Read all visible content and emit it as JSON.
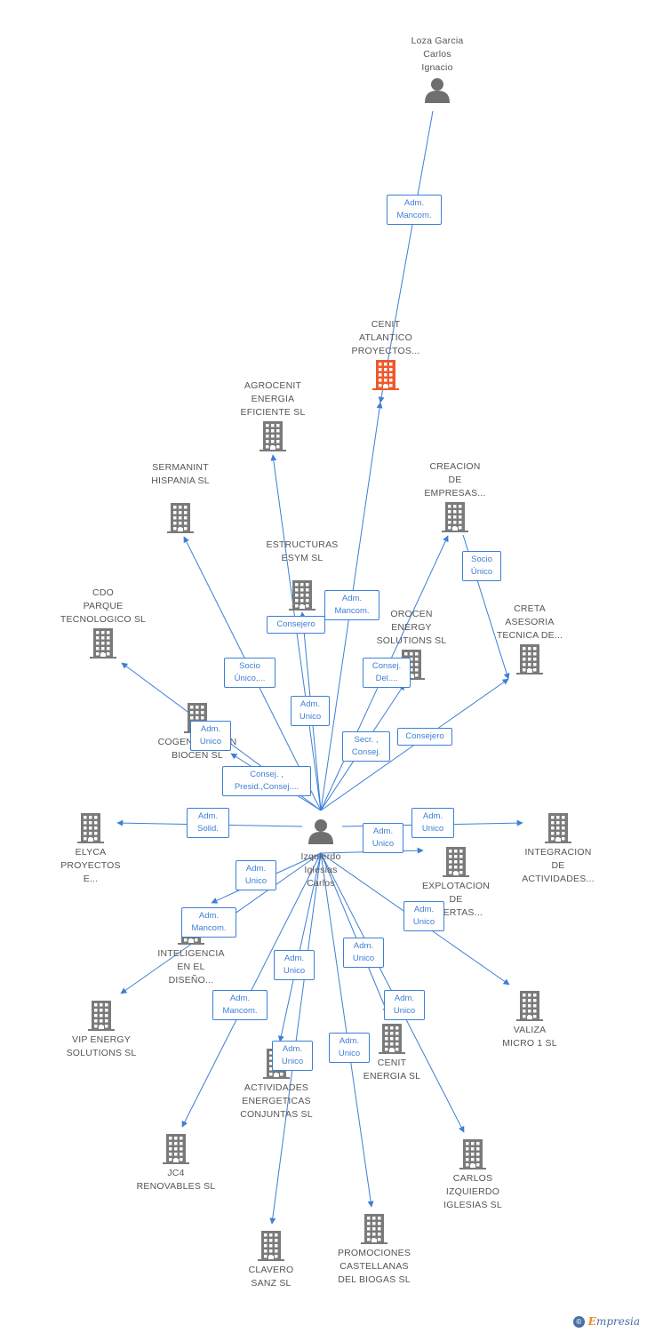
{
  "colors": {
    "edge": "#3d7fd6",
    "building": "#7a7a7a",
    "highlight": "#f0582a",
    "person": "#6f6f6f",
    "label": "#555555"
  },
  "nodes": [
    {
      "id": "loza",
      "type": "person",
      "label": "Loza Garcia\nCarlos\nIgnacio"
    },
    {
      "id": "cenit_atl",
      "type": "company",
      "highlight": true,
      "label": "CENIT\nATLANTICO\nPROYECTOS..."
    },
    {
      "id": "agrocenit",
      "type": "company",
      "label": "AGROCENIT\nENERGIA\nEFICIENTE SL"
    },
    {
      "id": "sermanint",
      "type": "company",
      "label": "SERMANINT\nHISPANIA SL"
    },
    {
      "id": "creacion",
      "type": "company",
      "label": "CREACION\nDE\nEMPRESAS..."
    },
    {
      "id": "estructuras",
      "type": "company",
      "label": "ESTRUCTURAS\nESYM SL"
    },
    {
      "id": "cdo",
      "type": "company",
      "label": "CDO\nPARQUE\nTECNOLOGICO SL"
    },
    {
      "id": "orocen",
      "type": "company",
      "label": "OROCEN\nENERGY\nSOLUTIONS SL"
    },
    {
      "id": "creta",
      "type": "company",
      "label": "CRETA\nASESORIA\nTECNICA DE..."
    },
    {
      "id": "cogen",
      "type": "company",
      "label": "COGENERACION\nBIOCEN SL"
    },
    {
      "id": "elyca",
      "type": "company",
      "label": "ELYCA\nPROYECTOS\nE..."
    },
    {
      "id": "izquierdo",
      "type": "person",
      "label": "Izquierdo\nIglesias\nCarlos"
    },
    {
      "id": "integracion",
      "type": "company",
      "label": "INTEGRACION\nDE\nACTIVIDADES..."
    },
    {
      "id": "explotacion",
      "type": "company",
      "label": "EXPLOTACION\nDE\nHUERTAS..."
    },
    {
      "id": "inteligencia",
      "type": "company",
      "label": "INTELIGENCIA\nEN EL\nDISEÑO..."
    },
    {
      "id": "vip",
      "type": "company",
      "label": "VIP ENERGY\nSOLUTIONS SL"
    },
    {
      "id": "valiza",
      "type": "company",
      "label": "VALIZA\nMICRO 1 SL"
    },
    {
      "id": "cenit_en",
      "type": "company",
      "label": "CENIT\nENERGIA SL"
    },
    {
      "id": "actividades",
      "type": "company",
      "label": "ACTIVIDADES\nENERGETICAS\nCONJUNTAS SL"
    },
    {
      "id": "jc4",
      "type": "company",
      "label": "JC4\nRENOVABLES SL"
    },
    {
      "id": "carlos_sl",
      "type": "company",
      "label": "CARLOS\nIZQUIERDO\nIGLESIAS SL"
    },
    {
      "id": "promociones",
      "type": "company",
      "label": "PROMOCIONES\nCASTELLANAS\nDEL BIOGAS SL"
    },
    {
      "id": "clavero",
      "type": "company",
      "label": "CLAVERO\nSANZ SL"
    }
  ],
  "edges": [
    {
      "from": "loza",
      "to": "cenit_atl",
      "label": "Adm.\nMancom."
    },
    {
      "from": "izquierdo",
      "to": "cenit_atl",
      "label": "Adm.\nMancom."
    },
    {
      "from": "izquierdo",
      "to": "agrocenit",
      "label": "Consejero"
    },
    {
      "from": "izquierdo",
      "to": "sermanint",
      "label": "Socio\nÚnico,..."
    },
    {
      "from": "izquierdo",
      "to": "creacion",
      "label": "Consej.\nDel...."
    },
    {
      "from": "creacion",
      "to": "creta",
      "label": "Socio\nÚnico"
    },
    {
      "from": "izquierdo",
      "to": "estructuras",
      "label": "Adm.\nUnico"
    },
    {
      "from": "izquierdo",
      "to": "cdo",
      "label": "Adm.\nUnico"
    },
    {
      "from": "izquierdo",
      "to": "orocen",
      "label": "Secr. ,\nConsej."
    },
    {
      "from": "izquierdo",
      "to": "creta",
      "label": "Consejero"
    },
    {
      "from": "izquierdo",
      "to": "cogen",
      "label": "Consej. ,\nPresid.,Consej...."
    },
    {
      "from": "izquierdo",
      "to": "elyca",
      "label": "Adm.\nSolid."
    },
    {
      "from": "izquierdo",
      "to": "integracion",
      "label": "Adm.\nUnico"
    },
    {
      "from": "izquierdo",
      "to": "explotacion",
      "label": "Adm.\nUnico"
    },
    {
      "from": "izquierdo",
      "to": "inteligencia",
      "label": "Adm.\nUnico"
    },
    {
      "from": "izquierdo",
      "to": "vip",
      "label": "Adm.\nMancom."
    },
    {
      "from": "izquierdo",
      "to": "valiza",
      "label": "Adm.\nUnico"
    },
    {
      "from": "izquierdo",
      "to": "cenit_en",
      "label": "Adm.\nUnico"
    },
    {
      "from": "izquierdo",
      "to": "actividades",
      "label": "Adm.\nUnico"
    },
    {
      "from": "izquierdo",
      "to": "jc4",
      "label": "Adm.\nMancom."
    },
    {
      "from": "izquierdo",
      "to": "carlos_sl",
      "label": "Adm.\nUnico"
    },
    {
      "from": "izquierdo",
      "to": "promociones",
      "label": "Adm.\nUnico"
    },
    {
      "from": "izquierdo",
      "to": "clavero",
      "label": "Adm.\nUnico"
    }
  ],
  "footer": {
    "copyright_symbol": "©",
    "brand_initial": "E",
    "brand_rest": "mpresia"
  }
}
